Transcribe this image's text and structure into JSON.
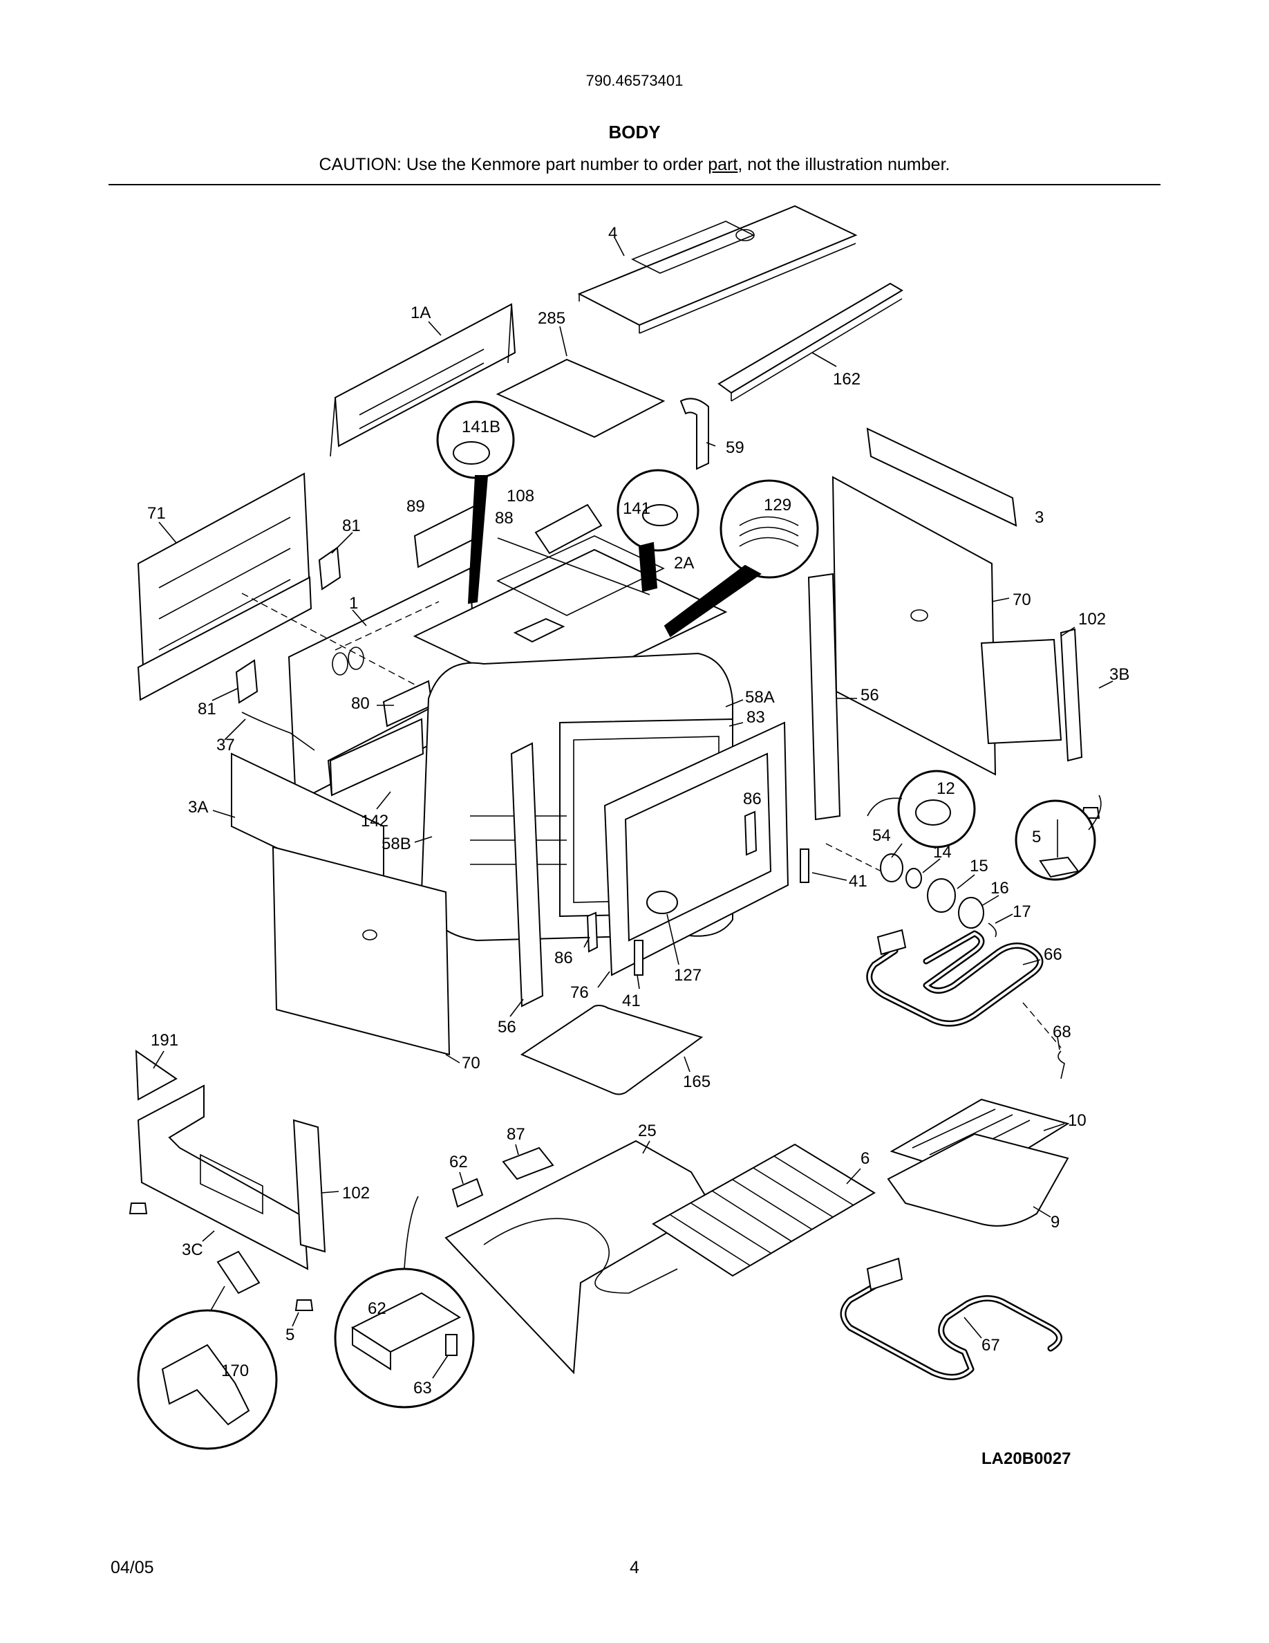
{
  "header": {
    "model_number": "790.46573401",
    "section_title": "BODY",
    "caution_prefix": "CAUTION: Use the Kenmore part number to order ",
    "caution_underlined": "part",
    "caution_suffix": ", not the illustration number."
  },
  "diagram": {
    "figure_code": "LA20B0027",
    "callouts": [
      "4",
      "1A",
      "285",
      "162",
      "59",
      "141B",
      "89",
      "108",
      "88",
      "141",
      "129",
      "2A",
      "3",
      "71",
      "81",
      "1",
      "70",
      "102",
      "3B",
      "80",
      "58A",
      "83",
      "56",
      "37",
      "12",
      "142",
      "3A",
      "58B",
      "86",
      "54",
      "5",
      "14",
      "15",
      "41",
      "16",
      "17",
      "66",
      "86",
      "127",
      "76",
      "41",
      "56",
      "68",
      "191",
      "70",
      "165",
      "10",
      "87",
      "25",
      "6",
      "62",
      "102",
      "9",
      "3C",
      "62",
      "67",
      "5",
      "170",
      "63",
      "81"
    ]
  },
  "footer": {
    "date": "04/05",
    "page_number": "4"
  }
}
